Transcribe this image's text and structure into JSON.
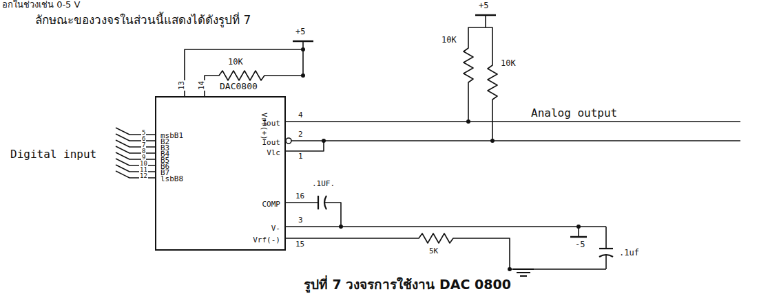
{
  "diagram": {
    "caption": "รูปที่ 7 วงจรการใช้งาน DAC 0800",
    "nodes": [
      {
        "text": [
          "msbB1",
          "B2",
          "B3",
          "B4",
          "B5",
          "B6",
          "B7",
          "lsbB8",
          "Iout",
          "Iout",
          "Vlc",
          "COMP",
          "V-",
          "Vrf(-)",
          "Vrf(+)"
        ]
      }
    ],
    "labels": [
      "อกในช่วงเช่น 0-5 V",
      "ลักษณะของวงจรในส่วนนี้แสดงได้ดังรูปที่ 7",
      "+5",
      "+5",
      "10K",
      "10K",
      "10K",
      "13",
      "14",
      "DAC0800",
      "5",
      "6",
      "7",
      "8",
      "9",
      "10",
      "11",
      "12",
      "Digital input",
      "4",
      "2",
      "1",
      "Analog output",
      ".1UF.",
      "16",
      "3",
      "15",
      "5K",
      "-5",
      ".1uf"
    ]
  }
}
